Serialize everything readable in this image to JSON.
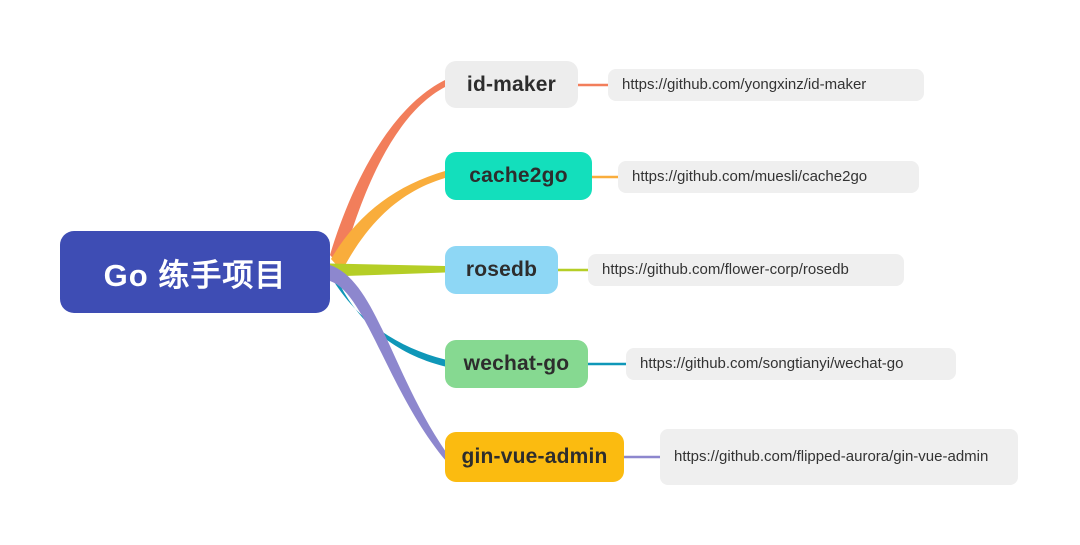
{
  "canvas": {
    "background": "#ffffff"
  },
  "root": {
    "label": "Go 练手项目",
    "bg": "#3E4DB4",
    "text_color": "#ffffff"
  },
  "link_style": {
    "bg": "#EFEFEF",
    "text_color": "#333333"
  },
  "branches": [
    {
      "label": "id-maker",
      "url": "https://github.com/yongxinz/id-maker",
      "node_bg": "#EDEDED",
      "branch_color": "#F27E5B"
    },
    {
      "label": "cache2go",
      "url": "https://github.com/muesli/cache2go",
      "node_bg": "#13DFBC",
      "branch_color": "#F9AD3C"
    },
    {
      "label": "rosedb",
      "url": "https://github.com/flower-corp/rosedb",
      "node_bg": "#8ED7F5",
      "branch_color": "#B5CE26"
    },
    {
      "label": "wechat-go",
      "url": "https://github.com/songtianyi/wechat-go",
      "node_bg": "#86D991",
      "branch_color": "#0F97B8"
    },
    {
      "label": "gin-vue-admin",
      "url": "https://github.com/flipped-aurora/gin-vue-admin",
      "node_bg": "#FBBB10",
      "branch_color": "#8D87CE"
    }
  ]
}
